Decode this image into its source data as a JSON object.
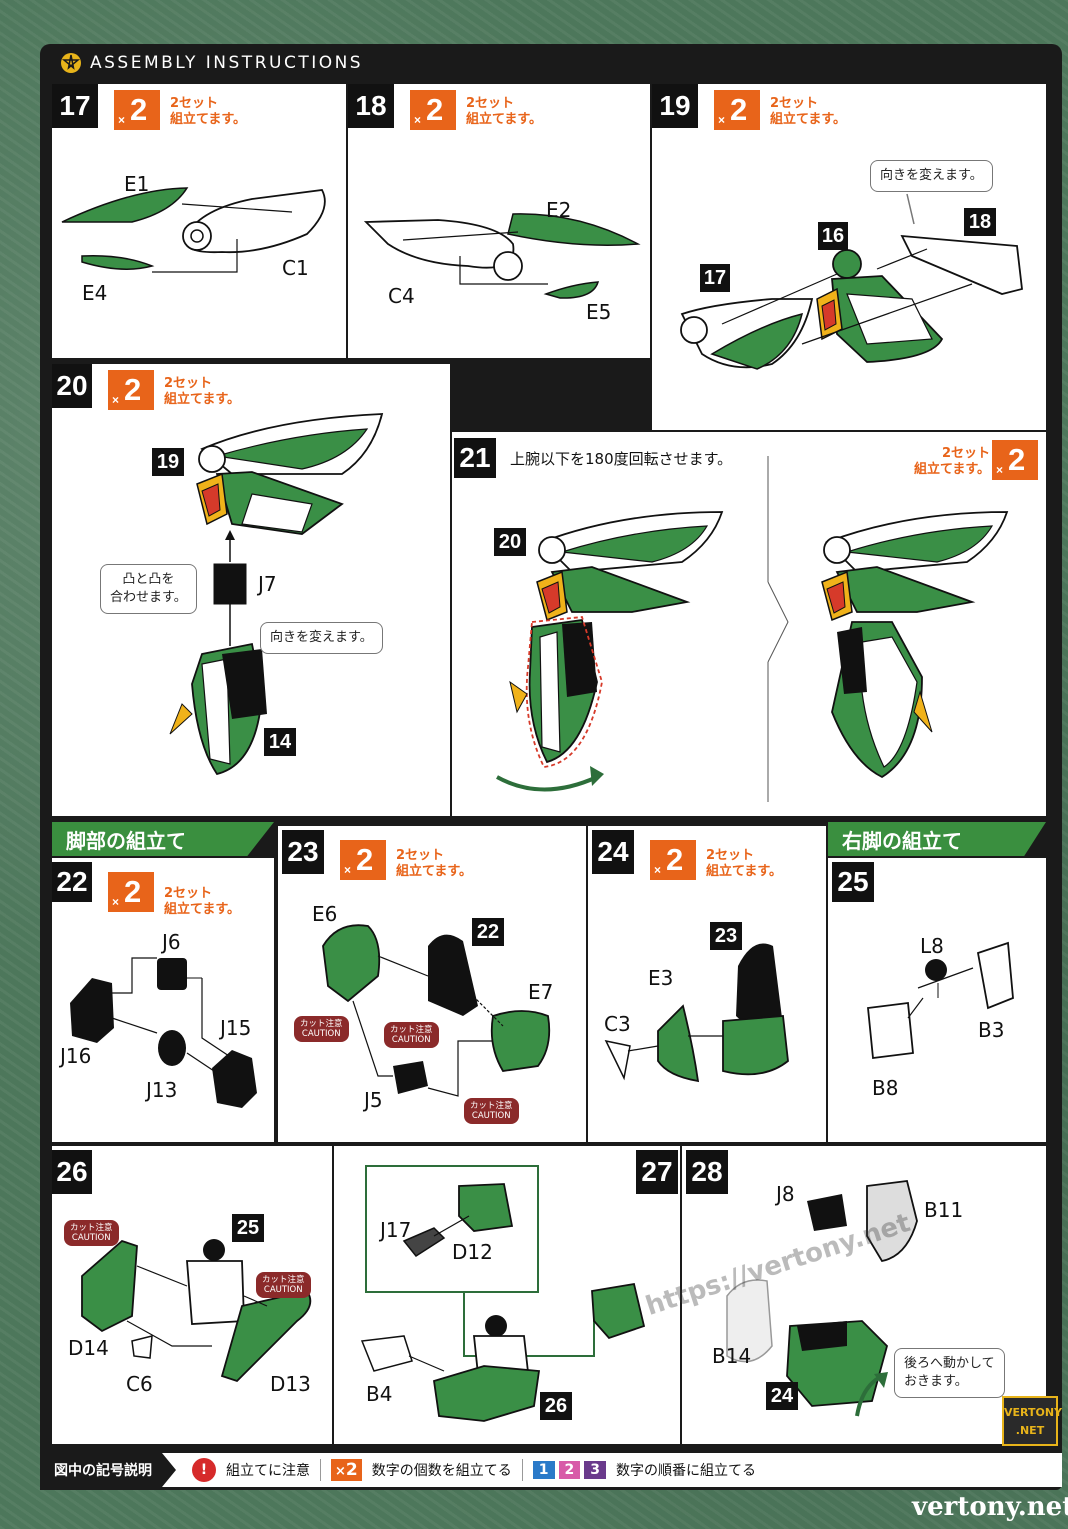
{
  "header": {
    "title": "Assembly Instructions"
  },
  "common": {
    "x2_label": "2",
    "x2_prefix": "×",
    "x2_text_line1": "2セット",
    "x2_text_line2": "組立てます。"
  },
  "steps": {
    "s17": {
      "num": "17",
      "parts": [
        "E1",
        "C1",
        "E4"
      ]
    },
    "s18": {
      "num": "18",
      "parts": [
        "E2",
        "C4",
        "E5"
      ]
    },
    "s19": {
      "num": "19",
      "parts": [
        "16",
        "18",
        "17"
      ],
      "bubble": "向きを変えます。"
    },
    "s20": {
      "num": "20",
      "parts": [
        "19",
        "J7",
        "14"
      ],
      "bubble1_line1": "凸と凸を",
      "bubble1_line2": "合わせます。",
      "bubble2": "向きを変えます。"
    },
    "s21": {
      "num": "21",
      "instruction": "上腕以下を180度回転させます。",
      "part": "20"
    },
    "s22": {
      "num": "22",
      "parts": [
        "J6",
        "J15",
        "J16",
        "J13"
      ]
    },
    "s23": {
      "num": "23",
      "parts": [
        "E6",
        "22",
        "E7",
        "J5"
      ],
      "caution_line1": "カット注意",
      "caution_line2": "CAUTION"
    },
    "s24": {
      "num": "24",
      "parts": [
        "23",
        "E3",
        "C3"
      ]
    },
    "s25": {
      "num": "25",
      "parts": [
        "L8",
        "B3",
        "B8"
      ]
    },
    "s26": {
      "num": "26",
      "parts": [
        "25",
        "D14",
        "C6",
        "D13"
      ]
    },
    "s27": {
      "num": "27",
      "parts": [
        "J17",
        "D12",
        "B4",
        "26"
      ]
    },
    "s28": {
      "num": "28",
      "parts": [
        "J8",
        "B11",
        "B14",
        "24"
      ],
      "bubble_line1": "後ろへ動かして",
      "bubble_line2": "おきます。"
    }
  },
  "sections": {
    "leg": "脚部の組立て",
    "right_leg": "右脚の組立て"
  },
  "footer": {
    "legend_title": "図中の記号説明",
    "caution_text": "組立てに注意",
    "x2_text": "数字の個数を組立てる",
    "order_nums": [
      "1",
      "2",
      "3"
    ],
    "order_text": "数字の順番に組立てる"
  },
  "watermark": {
    "url": "https://vertony.net",
    "site": "vertony.net",
    "badge_line1": "VERTONY",
    "badge_line2": ".NET"
  },
  "colors": {
    "green": "#3a8f46",
    "orange": "#e8641a",
    "dark": "#111111",
    "yellow": "#f0b21a",
    "red": "#d63a2a"
  }
}
